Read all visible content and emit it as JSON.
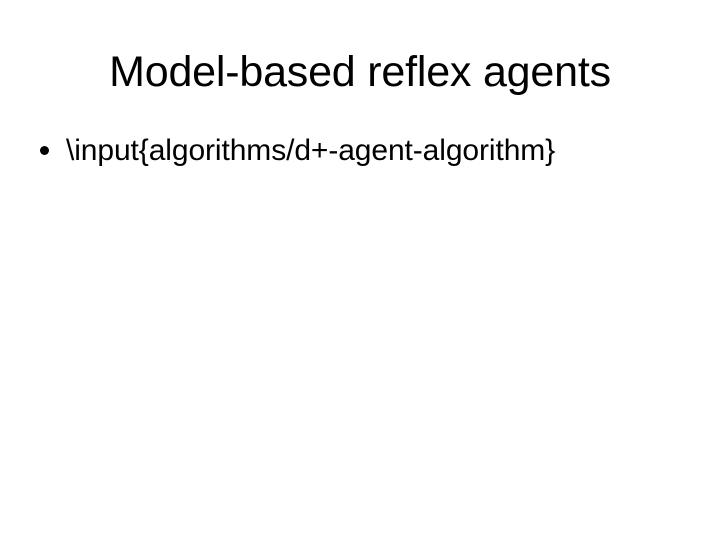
{
  "slide": {
    "background_color": "#ffffff",
    "text_color": "#000000",
    "title": "Model-based reflex agents",
    "bullets": [
      {
        "marker": "bullet-dot",
        "text": "\\input{algorithms/d+-agent-algorithm}"
      }
    ]
  }
}
